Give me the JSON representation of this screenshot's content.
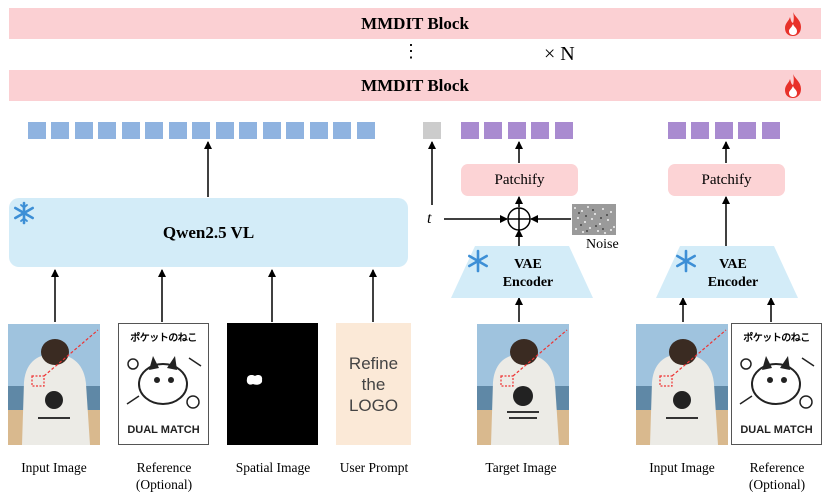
{
  "header": {
    "block_label": "MMDIT Block",
    "repeat_label": "× N",
    "repeat_dots": "⋮"
  },
  "encoders": {
    "vl_model": "Qwen2.5 VL",
    "vae_label_line1": "VAE",
    "vae_label_line2": "Encoder",
    "patchify": "Patchify",
    "timestep": "t",
    "noise": "Noise"
  },
  "inputs": {
    "input_image": "Input Image",
    "reference": "Reference",
    "optional": "(Optional)",
    "spatial_image": "Spatial Image",
    "user_prompt": "User Prompt",
    "target_image": "Target Image",
    "prompt_text_line1": "Refine",
    "prompt_text_line2": "the",
    "prompt_text_line3": "LOGO",
    "poster_title": "ポケットのねこ",
    "poster_text": "DUAL MATCH"
  },
  "colors": {
    "mmdit_fill": "#fbd0d3",
    "qwen_fill": "#d3ecf8",
    "vae_fill": "#d3ecf8",
    "patchify_fill": "#fcd3d5",
    "text_token": "#8fb3e0",
    "time_token": "#cccccc",
    "latent_token": "#a98bd0",
    "prompt_fill": "#fbe9d7",
    "fire": "#e8312a",
    "snowflake": "#3d8fd6"
  },
  "icons": [
    "fire-icon",
    "snowflake-icon"
  ]
}
